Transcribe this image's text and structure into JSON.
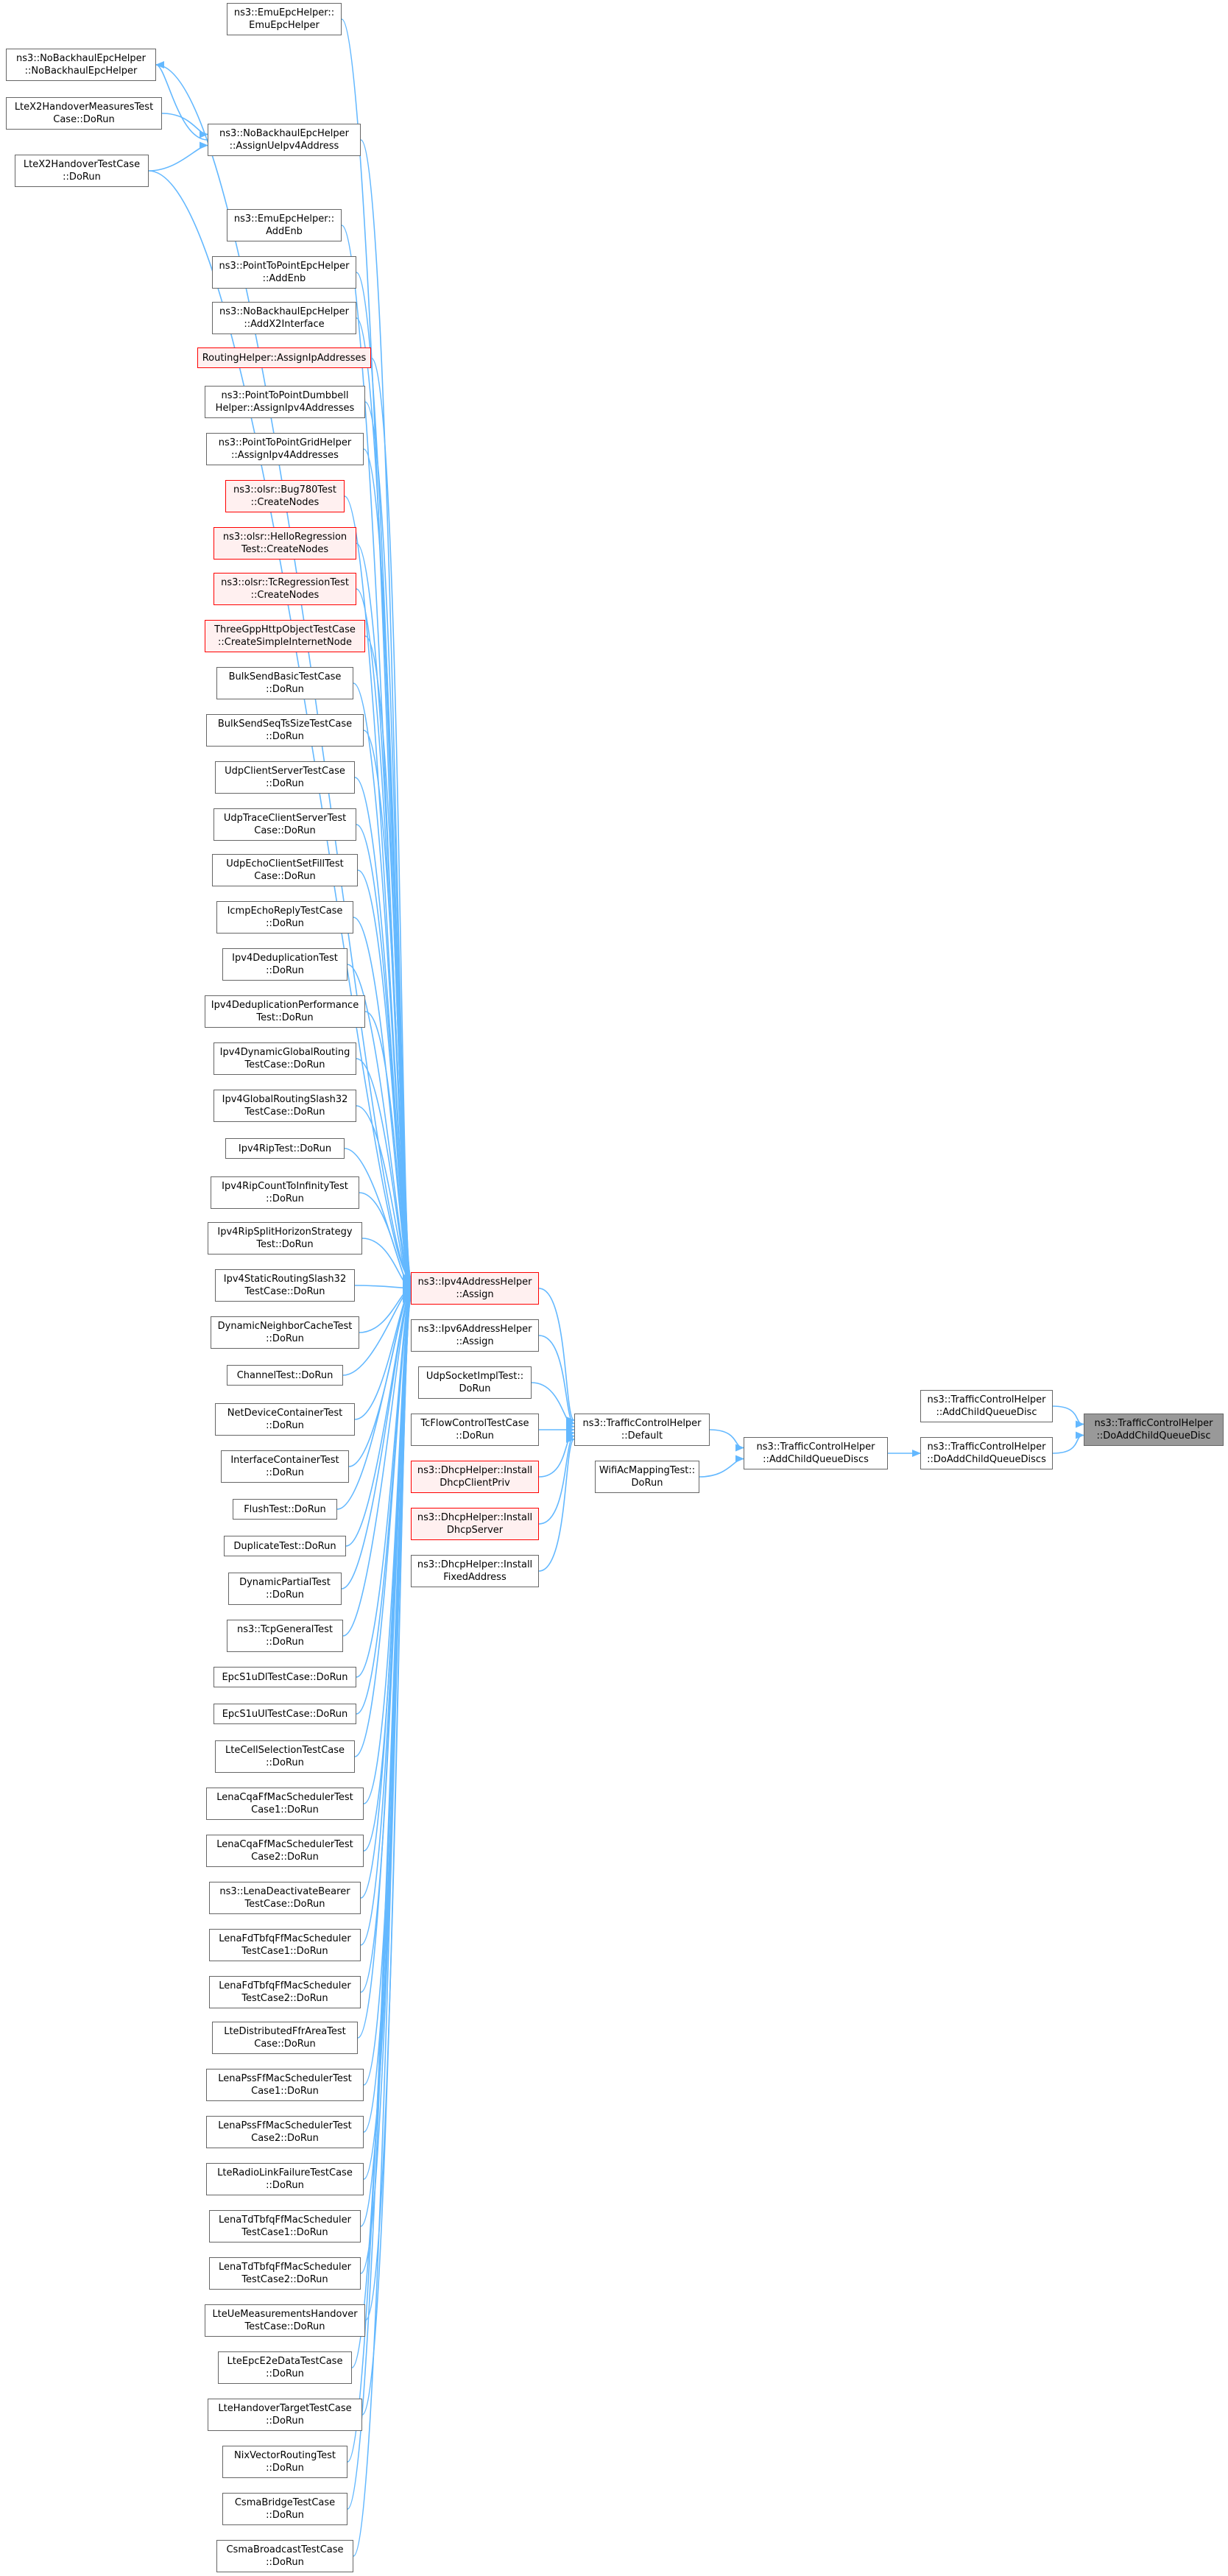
{
  "colors": {
    "edge": "#63b8ff",
    "node_border": "#666666",
    "truncated_border": "#ff0000",
    "truncated_fill": "#fff0f0",
    "root_fill": "#999999"
  },
  "nodes": [
    {
      "id": "n1",
      "kind": "normal",
      "lines": [
        "ns3::EmuEpcHelper::",
        "EmuEpcHelper"
      ]
    },
    {
      "id": "n2",
      "kind": "normal",
      "lines": [
        "ns3::NoBackhaulEpcHelper",
        "::NoBackhaulEpcHelper"
      ]
    },
    {
      "id": "n3",
      "kind": "normal",
      "lines": [
        "LteX2HandoverMeasuresTest",
        "Case::DoRun"
      ]
    },
    {
      "id": "n4",
      "kind": "normal",
      "lines": [
        "ns3::NoBackhaulEpcHelper",
        "::AssignUeIpv4Address"
      ]
    },
    {
      "id": "n5",
      "kind": "normal",
      "lines": [
        "LteX2HandoverTestCase",
        "::DoRun"
      ]
    },
    {
      "id": "n6",
      "kind": "normal",
      "lines": [
        "ns3::EmuEpcHelper::",
        "AddEnb"
      ]
    },
    {
      "id": "n7",
      "kind": "normal",
      "lines": [
        "ns3::PointToPointEpcHelper",
        "::AddEnb"
      ]
    },
    {
      "id": "n8",
      "kind": "normal",
      "lines": [
        "ns3::NoBackhaulEpcHelper",
        "::AddX2Interface"
      ]
    },
    {
      "id": "n9",
      "kind": "trunc",
      "lines": [
        "RoutingHelper::AssignIpAddresses"
      ]
    },
    {
      "id": "n10",
      "kind": "normal",
      "lines": [
        "ns3::PointToPointDumbbell",
        "Helper::AssignIpv4Addresses"
      ]
    },
    {
      "id": "n11",
      "kind": "normal",
      "lines": [
        "ns3::PointToPointGridHelper",
        "::AssignIpv4Addresses"
      ]
    },
    {
      "id": "n12",
      "kind": "trunc",
      "lines": [
        "ns3::olsr::Bug780Test",
        "::CreateNodes"
      ]
    },
    {
      "id": "n13",
      "kind": "trunc",
      "lines": [
        "ns3::olsr::HelloRegression",
        "Test::CreateNodes"
      ]
    },
    {
      "id": "n14",
      "kind": "trunc",
      "lines": [
        "ns3::olsr::TcRegressionTest",
        "::CreateNodes"
      ]
    },
    {
      "id": "n15",
      "kind": "trunc",
      "lines": [
        "ThreeGppHttpObjectTestCase",
        "::CreateSimpleInternetNode"
      ]
    },
    {
      "id": "n16",
      "kind": "normal",
      "lines": [
        "BulkSendBasicTestCase",
        "::DoRun"
      ]
    },
    {
      "id": "n17",
      "kind": "normal",
      "lines": [
        "BulkSendSeqTsSizeTestCase",
        "::DoRun"
      ]
    },
    {
      "id": "n18",
      "kind": "normal",
      "lines": [
        "UdpClientServerTestCase",
        "::DoRun"
      ]
    },
    {
      "id": "n19",
      "kind": "normal",
      "lines": [
        "UdpTraceClientServerTest",
        "Case::DoRun"
      ]
    },
    {
      "id": "n20",
      "kind": "normal",
      "lines": [
        "UdpEchoClientSetFillTest",
        "Case::DoRun"
      ]
    },
    {
      "id": "n21",
      "kind": "normal",
      "lines": [
        "IcmpEchoReplyTestCase",
        "::DoRun"
      ]
    },
    {
      "id": "n22",
      "kind": "normal",
      "lines": [
        "Ipv4DeduplicationTest",
        "::DoRun"
      ]
    },
    {
      "id": "n23",
      "kind": "normal",
      "lines": [
        "Ipv4DeduplicationPerformance",
        "Test::DoRun"
      ]
    },
    {
      "id": "n24",
      "kind": "normal",
      "lines": [
        "Ipv4DynamicGlobalRouting",
        "TestCase::DoRun"
      ]
    },
    {
      "id": "n25",
      "kind": "normal",
      "lines": [
        "Ipv4GlobalRoutingSlash32",
        "TestCase::DoRun"
      ]
    },
    {
      "id": "n26",
      "kind": "normal",
      "lines": [
        "Ipv4RipTest::DoRun"
      ]
    },
    {
      "id": "n27",
      "kind": "normal",
      "lines": [
        "Ipv4RipCountToInfinityTest",
        "::DoRun"
      ]
    },
    {
      "id": "n28",
      "kind": "normal",
      "lines": [
        "Ipv4RipSplitHorizonStrategy",
        "Test::DoRun"
      ]
    },
    {
      "id": "n29",
      "kind": "normal",
      "lines": [
        "Ipv4StaticRoutingSlash32",
        "TestCase::DoRun"
      ]
    },
    {
      "id": "n30",
      "kind": "normal",
      "lines": [
        "DynamicNeighborCacheTest",
        "::DoRun"
      ]
    },
    {
      "id": "n31",
      "kind": "normal",
      "lines": [
        "ChannelTest::DoRun"
      ]
    },
    {
      "id": "n32",
      "kind": "normal",
      "lines": [
        "NetDeviceContainerTest",
        "::DoRun"
      ]
    },
    {
      "id": "n33",
      "kind": "normal",
      "lines": [
        "InterfaceContainerTest",
        "::DoRun"
      ]
    },
    {
      "id": "n34",
      "kind": "normal",
      "lines": [
        "FlushTest::DoRun"
      ]
    },
    {
      "id": "n35",
      "kind": "normal",
      "lines": [
        "DuplicateTest::DoRun"
      ]
    },
    {
      "id": "n36",
      "kind": "normal",
      "lines": [
        "DynamicPartialTest",
        "::DoRun"
      ]
    },
    {
      "id": "n37",
      "kind": "normal",
      "lines": [
        "ns3::TcpGeneralTest",
        "::DoRun"
      ]
    },
    {
      "id": "n38",
      "kind": "normal",
      "lines": [
        "EpcS1uDlTestCase::DoRun"
      ]
    },
    {
      "id": "n39",
      "kind": "normal",
      "lines": [
        "EpcS1uUlTestCase::DoRun"
      ]
    },
    {
      "id": "n40",
      "kind": "normal",
      "lines": [
        "LteCellSelectionTestCase",
        "::DoRun"
      ]
    },
    {
      "id": "n41",
      "kind": "normal",
      "lines": [
        "LenaCqaFfMacSchedulerTest",
        "Case1::DoRun"
      ]
    },
    {
      "id": "n42",
      "kind": "normal",
      "lines": [
        "LenaCqaFfMacSchedulerTest",
        "Case2::DoRun"
      ]
    },
    {
      "id": "n43",
      "kind": "normal",
      "lines": [
        "ns3::LenaDeactivateBearer",
        "TestCase::DoRun"
      ]
    },
    {
      "id": "n44",
      "kind": "normal",
      "lines": [
        "LenaFdTbfqFfMacScheduler",
        "TestCase1::DoRun"
      ]
    },
    {
      "id": "n45",
      "kind": "normal",
      "lines": [
        "LenaFdTbfqFfMacScheduler",
        "TestCase2::DoRun"
      ]
    },
    {
      "id": "n46",
      "kind": "normal",
      "lines": [
        "LteDistributedFfrAreaTest",
        "Case::DoRun"
      ]
    },
    {
      "id": "n47",
      "kind": "normal",
      "lines": [
        "LenaPssFfMacSchedulerTest",
        "Case1::DoRun"
      ]
    },
    {
      "id": "n48",
      "kind": "normal",
      "lines": [
        "LenaPssFfMacSchedulerTest",
        "Case2::DoRun"
      ]
    },
    {
      "id": "n49",
      "kind": "normal",
      "lines": [
        "LteRadioLinkFailureTestCase",
        "::DoRun"
      ]
    },
    {
      "id": "n50",
      "kind": "normal",
      "lines": [
        "LenaTdTbfqFfMacScheduler",
        "TestCase1::DoRun"
      ]
    },
    {
      "id": "n51",
      "kind": "normal",
      "lines": [
        "LenaTdTbfqFfMacScheduler",
        "TestCase2::DoRun"
      ]
    },
    {
      "id": "n52",
      "kind": "normal",
      "lines": [
        "LteUeMeasurementsHandover",
        "TestCase::DoRun"
      ]
    },
    {
      "id": "n53",
      "kind": "normal",
      "lines": [
        "LteEpcE2eDataTestCase",
        "::DoRun"
      ]
    },
    {
      "id": "n54",
      "kind": "normal",
      "lines": [
        "LteHandoverTargetTestCase",
        "::DoRun"
      ]
    },
    {
      "id": "n55",
      "kind": "normal",
      "lines": [
        "NixVectorRoutingTest",
        "::DoRun"
      ]
    },
    {
      "id": "n56",
      "kind": "normal",
      "lines": [
        "CsmaBridgeTestCase",
        "::DoRun"
      ]
    },
    {
      "id": "n57",
      "kind": "normal",
      "lines": [
        "CsmaBroadcastTestCase",
        "::DoRun"
      ]
    },
    {
      "id": "a1",
      "kind": "trunc",
      "lines": [
        "ns3::Ipv4AddressHelper",
        "::Assign"
      ]
    },
    {
      "id": "a2",
      "kind": "normal",
      "lines": [
        "ns3::Ipv6AddressHelper",
        "::Assign"
      ]
    },
    {
      "id": "a3",
      "kind": "normal",
      "lines": [
        "UdpSocketImplTest::",
        "DoRun"
      ]
    },
    {
      "id": "a4",
      "kind": "normal",
      "lines": [
        "TcFlowControlTestCase",
        "::DoRun"
      ]
    },
    {
      "id": "a5",
      "kind": "trunc",
      "lines": [
        "ns3::DhcpHelper::Install",
        "DhcpClientPriv"
      ]
    },
    {
      "id": "a6",
      "kind": "trunc",
      "lines": [
        "ns3::DhcpHelper::Install",
        "DhcpServer"
      ]
    },
    {
      "id": "a7",
      "kind": "normal",
      "lines": [
        "ns3::DhcpHelper::Install",
        "FixedAddress"
      ]
    },
    {
      "id": "d1",
      "kind": "normal",
      "lines": [
        "ns3::TrafficControlHelper",
        "::Default"
      ]
    },
    {
      "id": "w1",
      "kind": "normal",
      "lines": [
        "WifiAcMappingTest::",
        "DoRun"
      ]
    },
    {
      "id": "q1",
      "kind": "normal",
      "lines": [
        "ns3::TrafficControlHelper",
        "::AddChildQueueDiscs"
      ]
    },
    {
      "id": "c1",
      "kind": "normal",
      "lines": [
        "ns3::TrafficControlHelper",
        "::AddChildQueueDisc"
      ]
    },
    {
      "id": "c2",
      "kind": "normal",
      "lines": [
        "ns3::TrafficControlHelper",
        "::DoAddChildQueueDiscs"
      ]
    },
    {
      "id": "r1",
      "kind": "root",
      "lines": [
        "ns3::TrafficControlHelper",
        "::DoAddChildQueueDisc"
      ]
    }
  ],
  "edges": [
    [
      "n1",
      "a1"
    ],
    [
      "n2",
      "a1"
    ],
    [
      "n3",
      "n4"
    ],
    [
      "n4",
      "n2"
    ],
    [
      "n5",
      "n4"
    ],
    [
      "n5",
      "a1"
    ],
    [
      "n4",
      "a1"
    ],
    [
      "n6",
      "a1"
    ],
    [
      "n7",
      "a1"
    ],
    [
      "n8",
      "a1"
    ],
    [
      "n9",
      "a1"
    ],
    [
      "n10",
      "a1"
    ],
    [
      "n11",
      "a1"
    ],
    [
      "n12",
      "a1"
    ],
    [
      "n13",
      "a1"
    ],
    [
      "n14",
      "a1"
    ],
    [
      "n15",
      "a1"
    ],
    [
      "n16",
      "a1"
    ],
    [
      "n17",
      "a1"
    ],
    [
      "n18",
      "a1"
    ],
    [
      "n19",
      "a1"
    ],
    [
      "n20",
      "a1"
    ],
    [
      "n21",
      "a1"
    ],
    [
      "n22",
      "a1"
    ],
    [
      "n23",
      "a1"
    ],
    [
      "n24",
      "a1"
    ],
    [
      "n25",
      "a1"
    ],
    [
      "n26",
      "a1"
    ],
    [
      "n27",
      "a1"
    ],
    [
      "n28",
      "a1"
    ],
    [
      "n29",
      "a1"
    ],
    [
      "n30",
      "a1"
    ],
    [
      "n31",
      "a1"
    ],
    [
      "n32",
      "a1"
    ],
    [
      "n33",
      "a1"
    ],
    [
      "n34",
      "a1"
    ],
    [
      "n35",
      "a1"
    ],
    [
      "n36",
      "a1"
    ],
    [
      "n37",
      "a1"
    ],
    [
      "n38",
      "a1"
    ],
    [
      "n39",
      "a1"
    ],
    [
      "n40",
      "a1"
    ],
    [
      "n41",
      "a1"
    ],
    [
      "n42",
      "a1"
    ],
    [
      "n43",
      "a1"
    ],
    [
      "n44",
      "a1"
    ],
    [
      "n45",
      "a1"
    ],
    [
      "n46",
      "a1"
    ],
    [
      "n47",
      "a1"
    ],
    [
      "n48",
      "a1"
    ],
    [
      "n49",
      "a1"
    ],
    [
      "n50",
      "a1"
    ],
    [
      "n51",
      "a1"
    ],
    [
      "n52",
      "a1"
    ],
    [
      "n53",
      "a1"
    ],
    [
      "n54",
      "a1"
    ],
    [
      "n55",
      "a1"
    ],
    [
      "n56",
      "a1"
    ],
    [
      "n57",
      "a1"
    ],
    [
      "a1",
      "d1"
    ],
    [
      "a2",
      "d1"
    ],
    [
      "a3",
      "d1"
    ],
    [
      "a4",
      "d1"
    ],
    [
      "a5",
      "d1"
    ],
    [
      "a6",
      "d1"
    ],
    [
      "a7",
      "d1"
    ],
    [
      "d1",
      "q1"
    ],
    [
      "w1",
      "q1"
    ],
    [
      "q1",
      "c2"
    ],
    [
      "c1",
      "r1"
    ],
    [
      "c2",
      "r1"
    ]
  ]
}
